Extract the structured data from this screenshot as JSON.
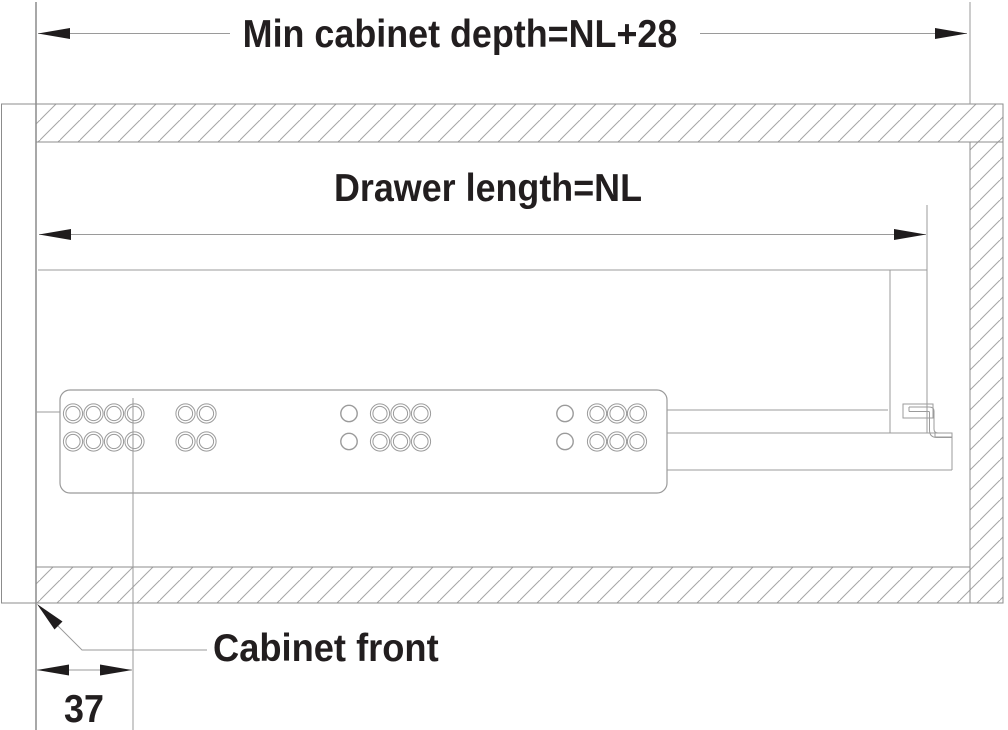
{
  "diagram": {
    "title": "Drawer slide installation section",
    "labels": {
      "min_cabinet_depth": "Min cabinet depth=NL+28",
      "drawer_length": "Drawer length=NL",
      "cabinet_front": "Cabinet front",
      "front_offset": "37"
    },
    "colors": {
      "background": "#ffffff",
      "structure_line": "#8c8c8c",
      "dim_line": "#9a9a9a",
      "hatch_line": "#a6a6a6",
      "rail_line": "#9b9b9b",
      "arrow": "#1f1c1d",
      "text": "#221e1f"
    },
    "holes": {
      "row_y": [
        413.5,
        441.5
      ],
      "double_xs": [
        73,
        93.5,
        114,
        134.5,
        185.5,
        206.5,
        380,
        400.5,
        421,
        597,
        617,
        637
      ],
      "single_xs": [
        349,
        565
      ],
      "outer_r": 9.6,
      "inner_r": 7.1,
      "single_r": 8.2
    }
  }
}
